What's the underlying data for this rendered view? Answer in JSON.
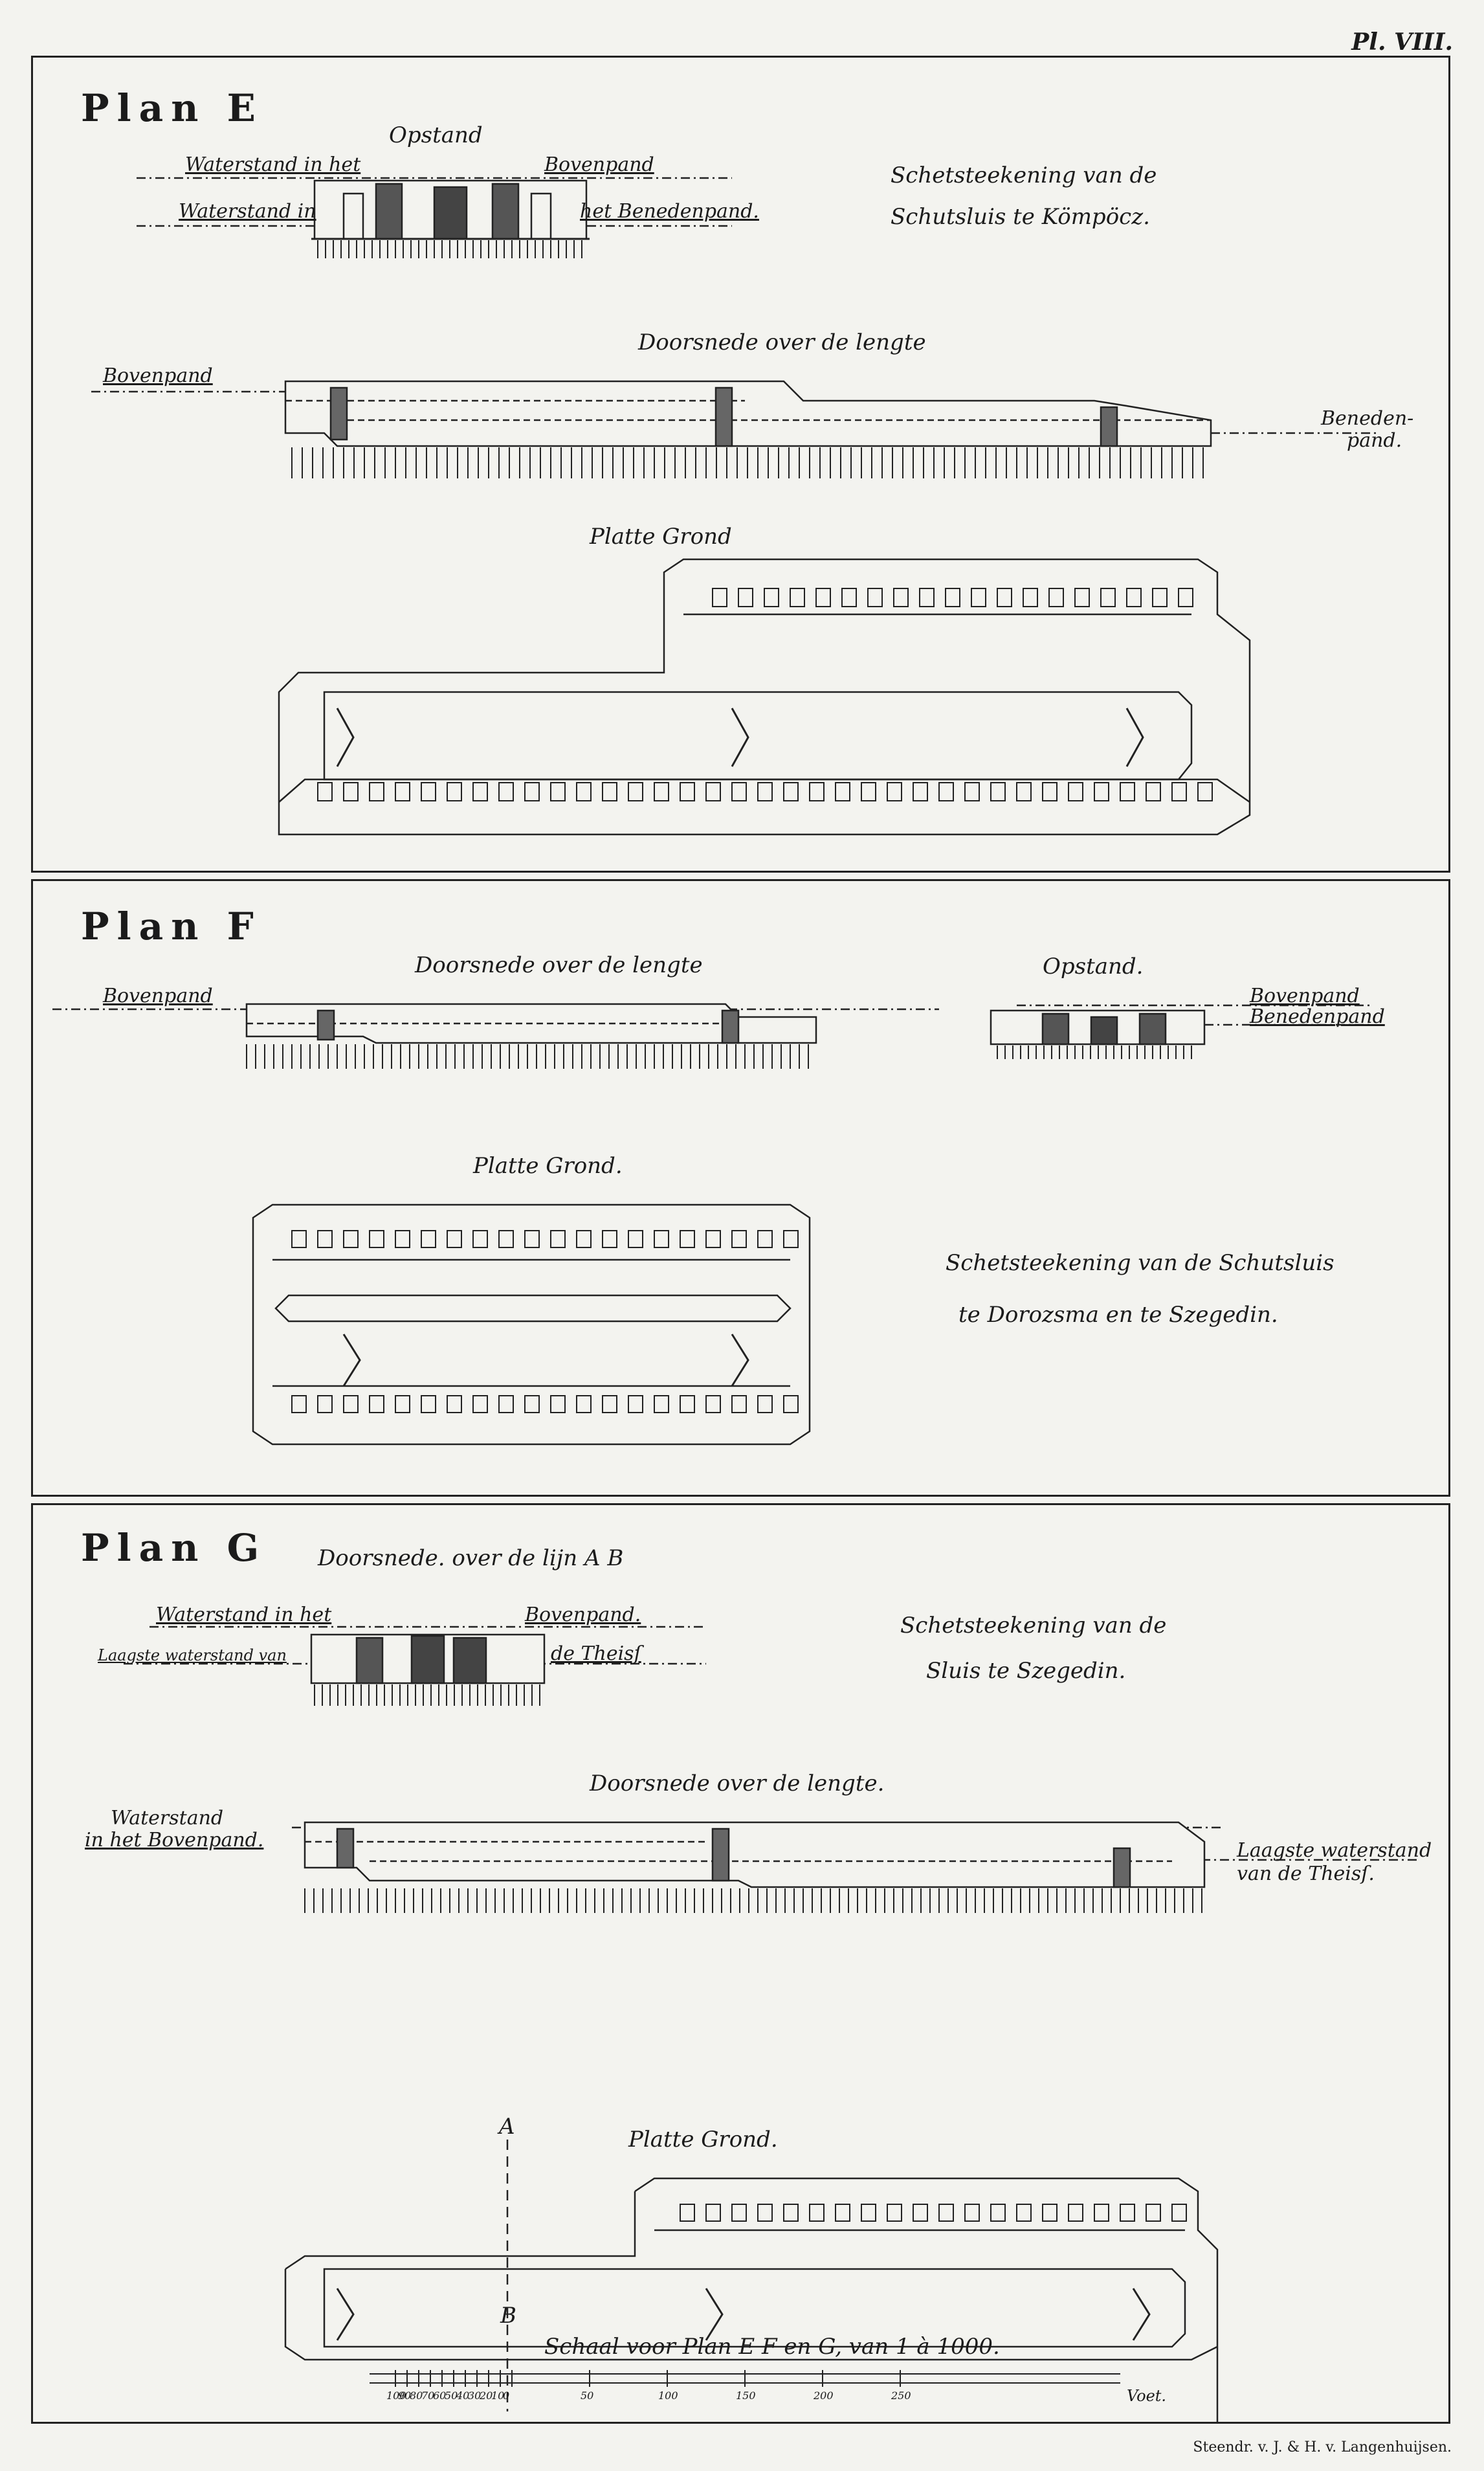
{
  "plate_number": "Pl. VIII.",
  "engraver": "Steendr. v. J. & H. v. Langenhuijsen.",
  "plans": [
    {
      "title": "Plan E",
      "description": [
        "Schetsteekening van de",
        "Schutsluis te Kömpöcz."
      ],
      "opstand": "Opstand",
      "water_upper_left": "Waterstand in het",
      "water_upper_right": "Bovenpand",
      "water_lower_left": "Waterstand in",
      "water_lower_right": "het Benedenpand.",
      "long_section": "Doorsnede over de lengte",
      "long_left": "Bovenpand",
      "long_right": [
        "Beneden-",
        "pand."
      ],
      "plan_view": "Platte Grond"
    },
    {
      "title": "Plan F",
      "long_section": "Doorsnede over de lengte",
      "long_left": "Bovenpand",
      "opstand": "Opstand.",
      "water_upper": "Bovenpand",
      "water_lower": "Benedenpand",
      "plan_view": "Platte Grond.",
      "description": [
        "Schetsteekening van de Schutsluis",
        "te Dorozsma en te Szegedin."
      ]
    },
    {
      "title": "Plan G",
      "cross_section": "Doorsnede. over de lijn A B",
      "water_upper_left": "Waterstand in het",
      "water_upper_right": "Bovenpand.",
      "water_lower_left": "Laagste waterstand van",
      "water_lower_right": "de Theisſ",
      "description": [
        "Schetsteekening van de",
        "Sluis te Szegedin."
      ],
      "long_section": "Doorsnede over de lengte.",
      "long_left": [
        "Waterstand",
        "in het Bovenpand."
      ],
      "long_right": [
        "Laagste waterstand",
        "van de Theisſ."
      ],
      "plan_view": "Platte Grond.",
      "line_a": "A",
      "line_b": "B",
      "scale_title": "Schaal voor Plan E F en G, van 1 à 1000.",
      "scale_ticks": [
        "100",
        "90",
        "80",
        "70",
        "60",
        "50",
        "40",
        "30",
        "20",
        "10",
        "0",
        "50",
        "100",
        "150",
        "200",
        "250"
      ],
      "scale_unit": "Voet."
    }
  ]
}
